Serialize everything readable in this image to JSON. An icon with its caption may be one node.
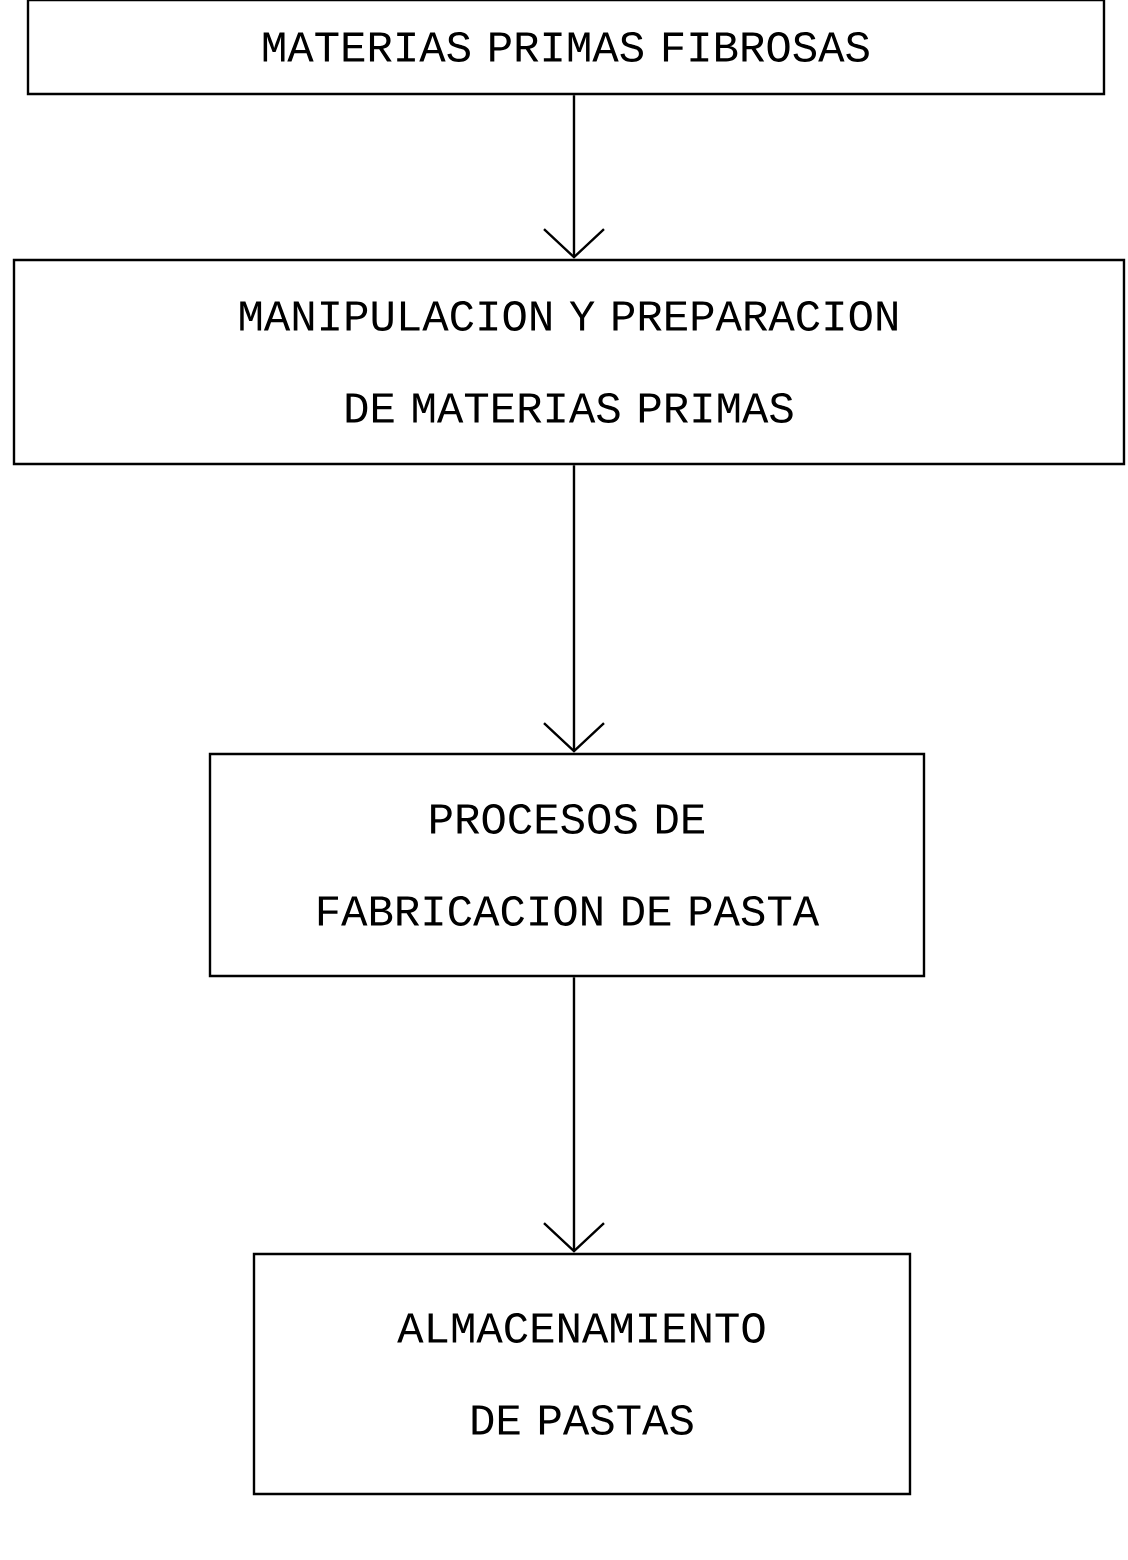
{
  "diagram": {
    "nodes": [
      {
        "text": [
          "MATERIAS PRIMAS FIBROSAS"
        ]
      },
      {
        "text": [
          "MANIPULACION Y PREPARACION DE MATERIAS PRIMAS"
        ]
      },
      {
        "text": [
          "PROCESOS DE FABRICACION DE PASTA"
        ]
      },
      {
        "text": [
          "ALMACENAMIENTO DE PASTAS"
        ]
      }
    ],
    "edges": [
      {
        "from": 0,
        "to": 1,
        "arrow": "to"
      },
      {
        "from": 1,
        "to": 2,
        "arrow": "to"
      },
      {
        "from": 2,
        "to": 3,
        "arrow": "to"
      }
    ]
  }
}
